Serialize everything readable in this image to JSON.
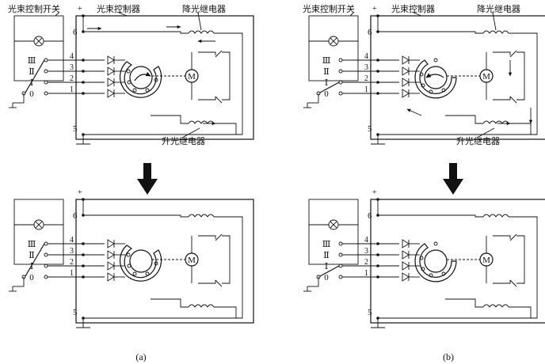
{
  "labels": {
    "switch": "光束控制开关",
    "controller": "光束控制器",
    "dim_relay": "降光继电器",
    "raise_relay": "升光继电器",
    "plus": "+",
    "motor": "M"
  },
  "terminals": {
    "t6": "6",
    "t5": "5",
    "t4": "4",
    "t3": "3",
    "t2": "2",
    "t1": "1"
  },
  "switch_positions": {
    "p3": "Ⅲ",
    "p2": "Ⅱ",
    "p1": "Ⅰ",
    "p0": "0"
  },
  "captions": {
    "a": "(a)",
    "b": "(b)"
  }
}
